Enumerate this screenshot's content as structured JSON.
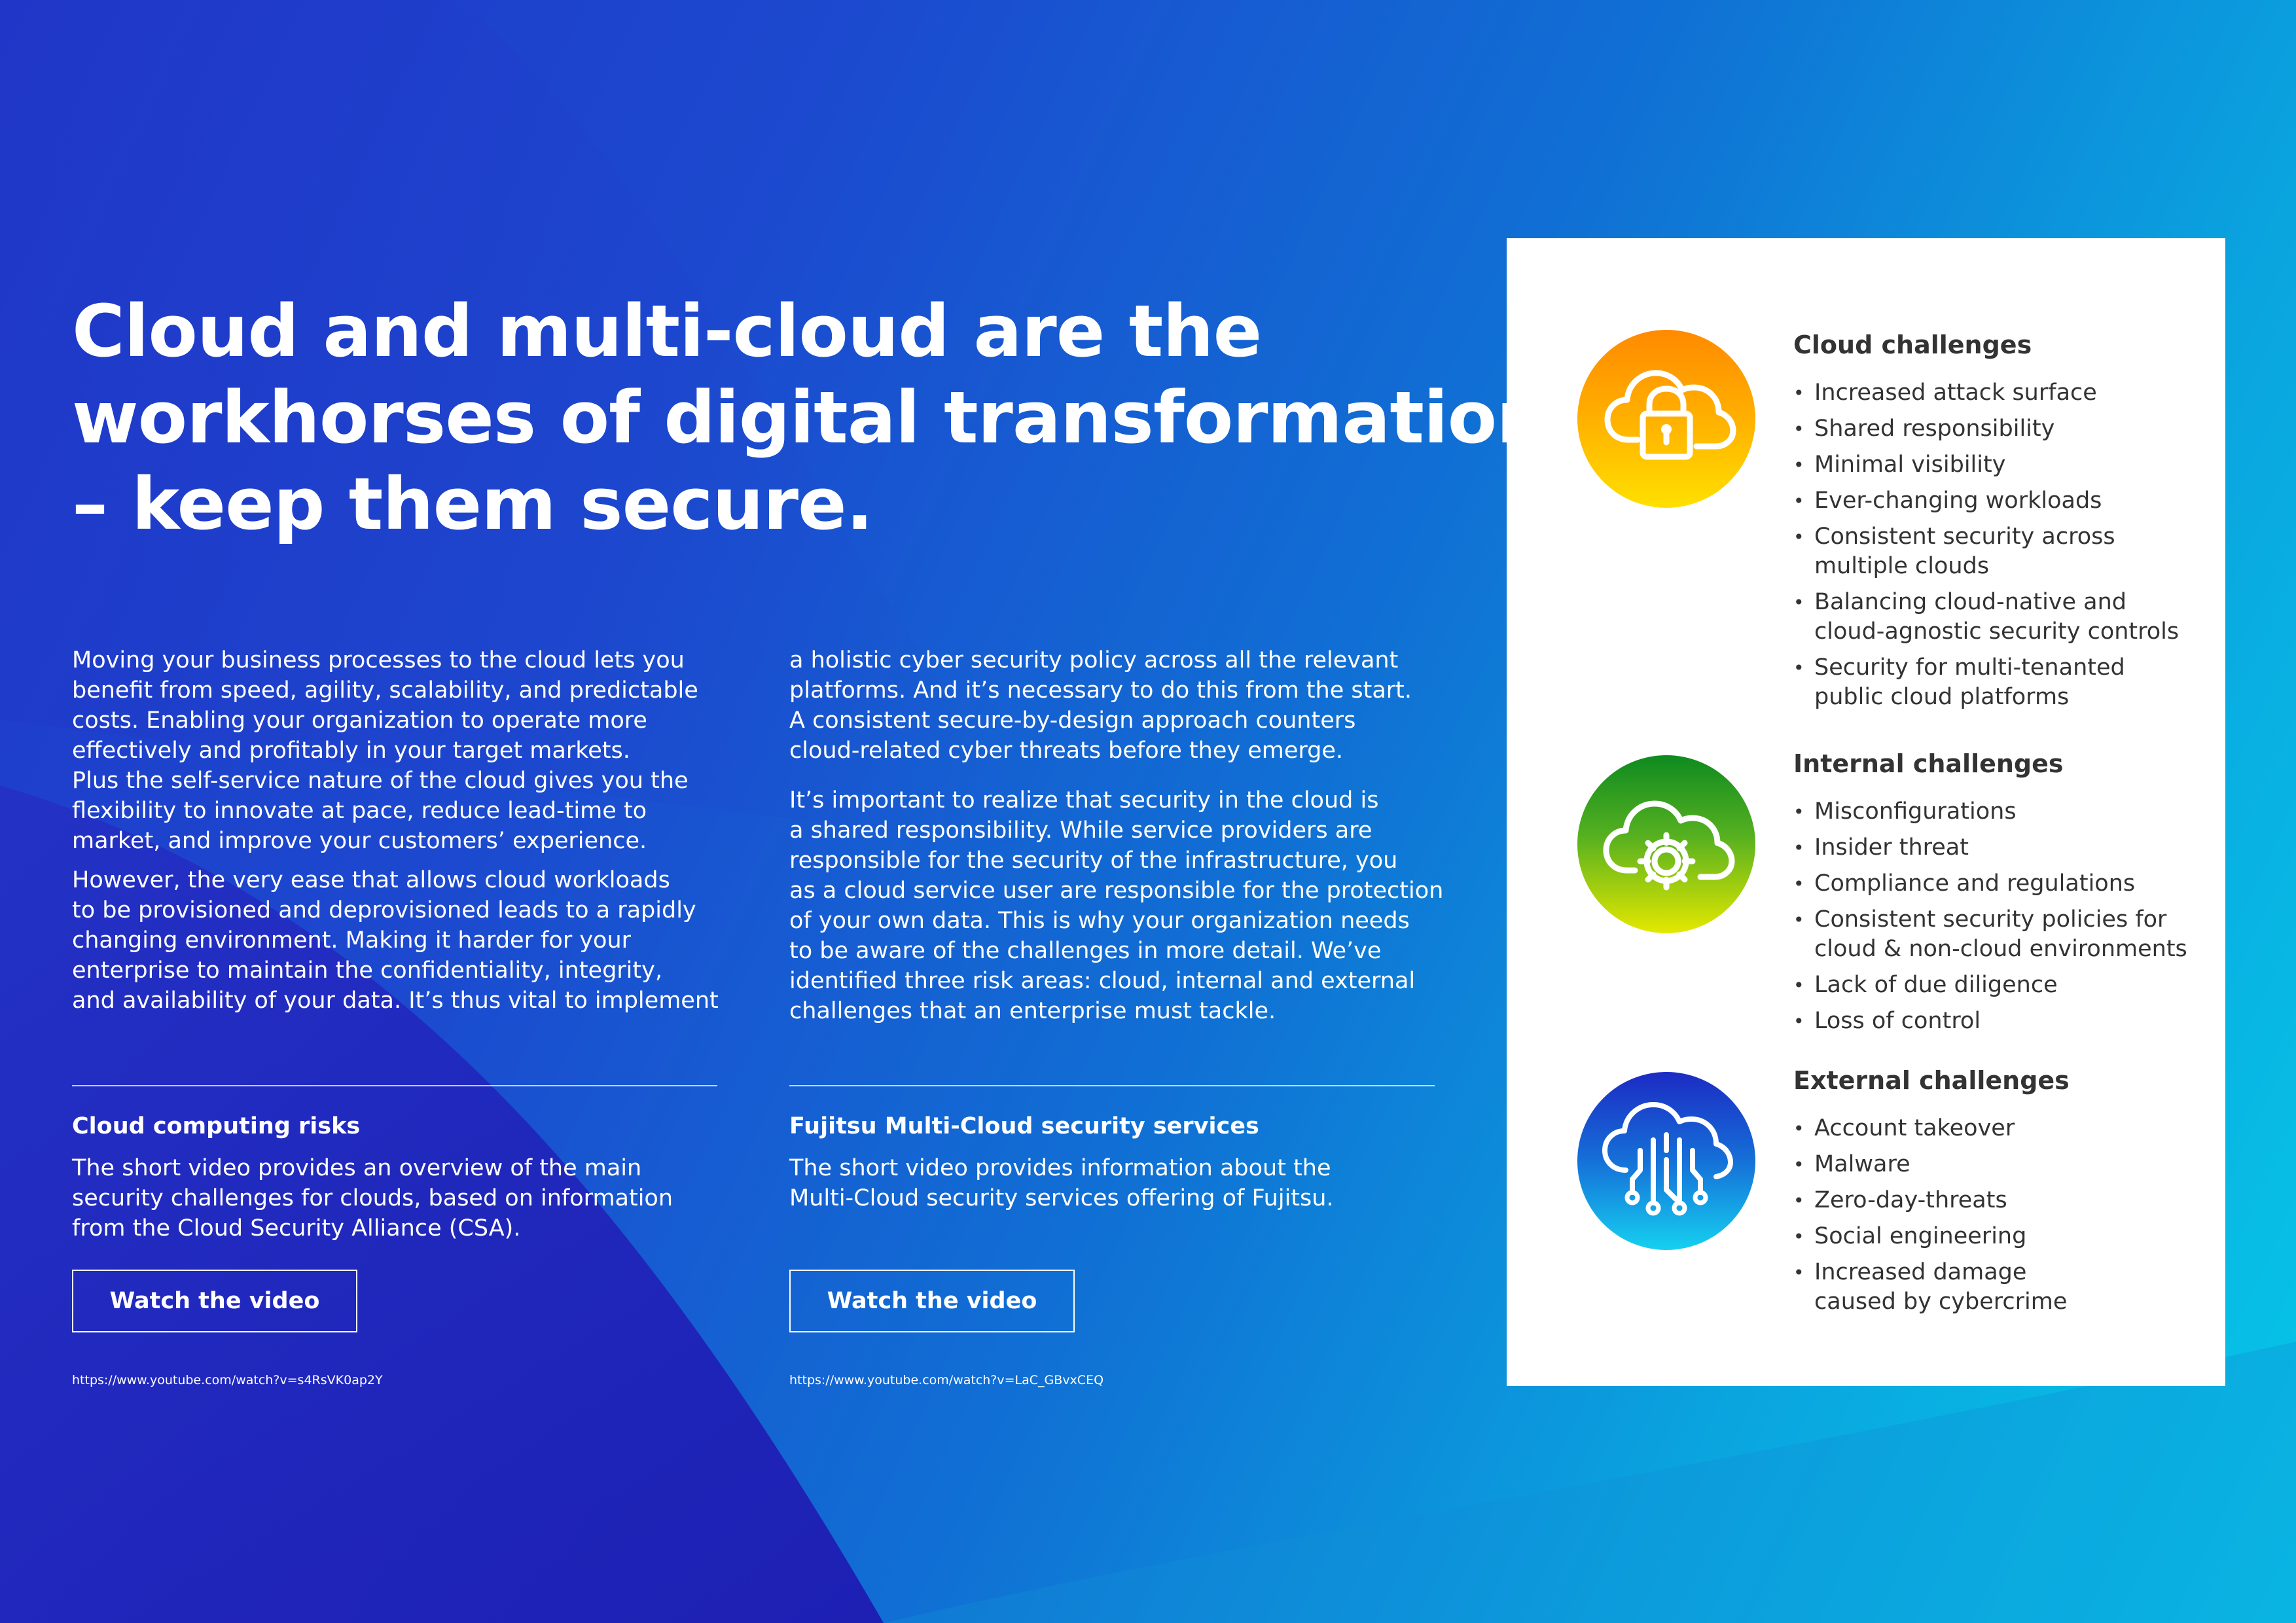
{
  "headline": {
    "line1": "Cloud and multi-cloud are the",
    "line2": "workhorses of digital transformation",
    "line3": "– keep them secure."
  },
  "intro_left": {
    "p1": [
      "Moving your business processes to the cloud lets you",
      "benefit from speed, agility, scalability, and predictable",
      "costs. Enabling your organization to operate more",
      "effectively and profitably in your target markets.",
      "Plus the self-service nature of the cloud gives you the",
      "flexibility to innovate at pace, reduce lead-time to",
      "market, and improve your customers’ experience."
    ],
    "p2": [
      "However, the very ease that allows cloud workloads",
      "to be provisioned and deprovisioned leads to a rapidly",
      "changing environment. Making it harder for your",
      "enterprise to maintain the confidentiality, integrity,",
      "and availability of your data. It’s thus vital to implement"
    ]
  },
  "intro_right": {
    "p1": [
      "a holistic cyber security policy across all the relevant",
      "platforms. And it’s necessary to do this from the start.",
      "A consistent secure-by-design approach counters",
      "cloud-related cyber threats before they emerge."
    ],
    "p2": [
      "It’s important to realize that security in the cloud is",
      "a shared responsibility. While service providers are",
      "responsible for the security of the infrastructure, you",
      "as a cloud service user are responsible for the protection",
      "of your own data. This is why your organization needs",
      "to be aware of the challenges in more detail. We’ve",
      "identified three risk areas: cloud, internal and external",
      "challenges that an enterprise must tackle."
    ]
  },
  "video1": {
    "title": "Cloud computing risks",
    "desc": [
      "The short video provides an overview of the main",
      "security challenges for clouds, based on information",
      "from the Cloud Security Alliance (CSA)."
    ],
    "button": "Watch the video",
    "url": "https://www.youtube.com/watch?v=s4RsVK0ap2Y"
  },
  "video2": {
    "title": "Fujitsu Multi-Cloud security services",
    "desc": [
      "The short video provides information about the",
      "Multi-Cloud security services offering of Fujitsu."
    ],
    "button": "Watch the video",
    "url": "https://www.youtube.com/watch?v=LaC_GBvxCEQ"
  },
  "challenges": {
    "cloud": {
      "title": "Cloud challenges",
      "icon": "cloud-lock-icon",
      "items": [
        [
          "Increased attack surface"
        ],
        [
          "Shared responsibility"
        ],
        [
          "Minimal visibility"
        ],
        [
          "Ever-changing workloads"
        ],
        [
          "Consistent security across",
          "multiple clouds"
        ],
        [
          "Balancing cloud-native and",
          "cloud-agnostic security controls"
        ],
        [
          "Security for multi-tenanted",
          "public cloud platforms"
        ]
      ]
    },
    "internal": {
      "title": "Internal challenges",
      "icon": "cloud-gear-icon",
      "items": [
        [
          "Misconfigurations"
        ],
        [
          "Insider threat"
        ],
        [
          "Compliance and regulations"
        ],
        [
          "Consistent security policies for",
          "cloud & non-cloud environments"
        ],
        [
          "Lack of due diligence"
        ],
        [
          "Loss of control"
        ]
      ]
    },
    "external": {
      "title": "External challenges",
      "icon": "cloud-circuit-icon",
      "items": [
        [
          "Account takeover"
        ],
        [
          "Malware"
        ],
        [
          "Zero-day-threats"
        ],
        [
          "Social engineering"
        ],
        [
          "Increased damage",
          "caused by cybercrime"
        ]
      ]
    }
  },
  "colors": {
    "bg_dark": "#1f37c8",
    "bg_light": "#06c8e8",
    "card_text": "#333333"
  }
}
